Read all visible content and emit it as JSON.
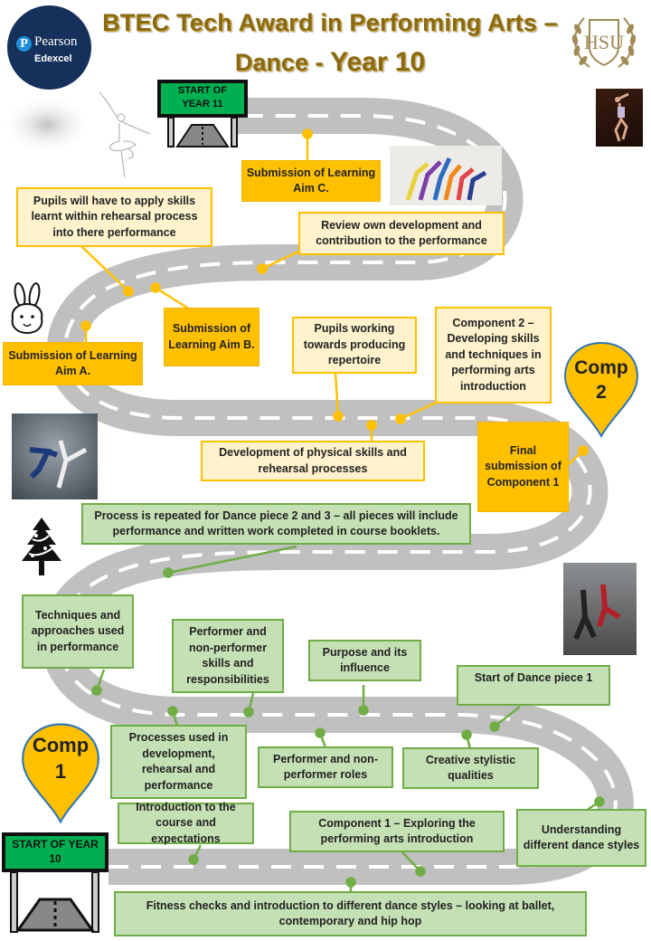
{
  "header": {
    "title_line1": "BTEC Tech Award in Performing Arts –",
    "title_line2_prefix": "Dance - ",
    "title_line2_emph": "Year 10",
    "logo_left": {
      "brand": "Pearson",
      "sub": "Edexcel",
      "mark": "P"
    },
    "logo_right": {
      "monogram": "HSU",
      "icon": "laurel-crest-icon"
    }
  },
  "signs": {
    "year11": "START OF YEAR 11",
    "year10": "START OF YEAR 10"
  },
  "pins": {
    "comp2": {
      "line1": "Comp",
      "line2": "2"
    },
    "comp1": {
      "line1": "Comp",
      "line2": "1"
    }
  },
  "milestones_year11": [
    {
      "id": "aim-c",
      "text": "Submission of Learning Aim C."
    },
    {
      "id": "apply-skills",
      "text": "Pupils will have to apply skills learnt within rehearsal process into there performance"
    },
    {
      "id": "review",
      "text": "Review own development and contribution to the performance"
    },
    {
      "id": "aim-b",
      "text": "Submission of Learning Aim B."
    },
    {
      "id": "aim-a",
      "text": "Submission of Learning Aim A."
    },
    {
      "id": "repertoire",
      "text": "Pupils working towards producing repertoire"
    },
    {
      "id": "component2",
      "text": "Component 2 – Developing skills and techniques in performing arts introduction"
    },
    {
      "id": "physical-skills",
      "text": "Development of physical skills and rehearsal processes"
    },
    {
      "id": "final-submission",
      "text": "Final submission of Component 1"
    }
  ],
  "milestones_year10": [
    {
      "id": "process-repeated",
      "text": "Process is repeated for Dance piece 2 and 3 – all pieces will include performance and written work completed in course booklets."
    },
    {
      "id": "techniques",
      "text": "Techniques and approaches used in performance"
    },
    {
      "id": "performer-skills",
      "text": "Performer and non-performer skills and responsibilities"
    },
    {
      "id": "purpose",
      "text": "Purpose and its influence"
    },
    {
      "id": "start-piece1",
      "text": "Start of Dance piece 1"
    },
    {
      "id": "processes",
      "text": "Processes used in development, rehearsal and performance"
    },
    {
      "id": "roles",
      "text": "Performer and non-performer roles"
    },
    {
      "id": "creative",
      "text": "Creative stylistic qualities"
    },
    {
      "id": "intro-course",
      "text": "Introduction to the course and expectations"
    },
    {
      "id": "component1",
      "text": "Component 1 – Exploring the performing arts introduction"
    },
    {
      "id": "dance-styles",
      "text": "Understanding different dance styles"
    },
    {
      "id": "fitness",
      "text": "Fitness checks and introduction to different dance styles – looking at ballet, contemporary and hip hop"
    }
  ],
  "decorations": [
    "ballerina-icon",
    "rabbit-icon",
    "christmas-tree-icon",
    "dancer-photo-solo",
    "dance-group-photo",
    "dance-duo-photo-1",
    "dance-duo-photo-2"
  ],
  "colors": {
    "road": "#c0c0c0",
    "road_dash": "#ffffff",
    "submission": "#ffc000",
    "cream_fill": "#fff2cc",
    "green_fill": "#c5e0b4",
    "green_border": "#70ad47",
    "sign_green": "#00b050",
    "title_gold": "#8a6a12"
  }
}
